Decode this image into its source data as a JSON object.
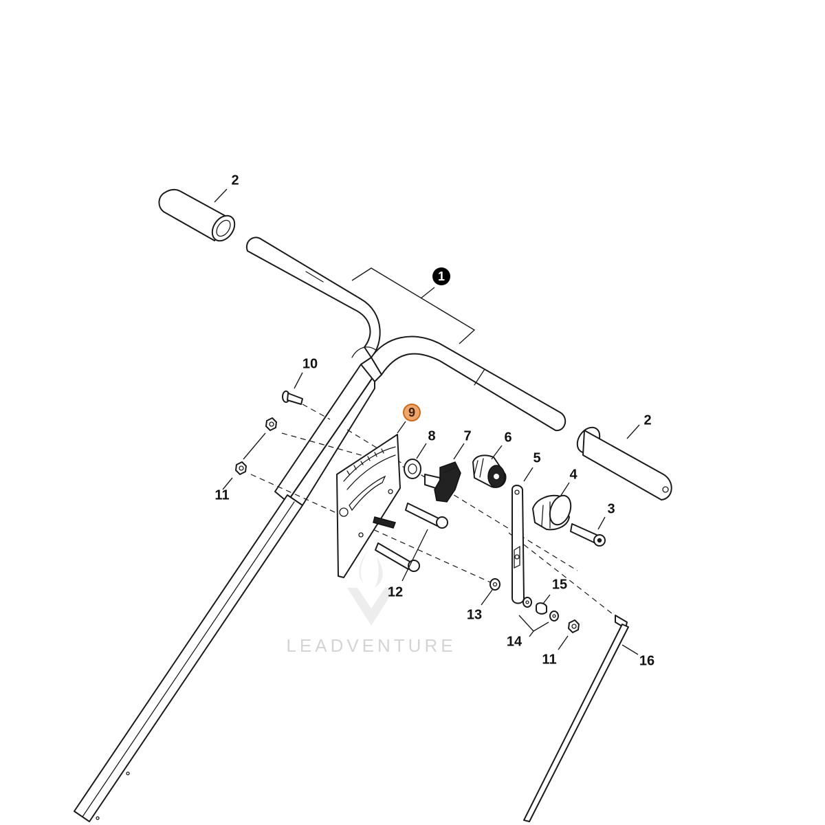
{
  "diagram": {
    "callouts": {
      "assembly": "1",
      "grip_left": "2",
      "grip_right": "2",
      "screw_3": "3",
      "knob_4": "4",
      "link_5": "5",
      "knob_6": "6",
      "star_knob_7": "7",
      "spacer_8": "8",
      "plate_9": "9",
      "bolt_10": "10",
      "nut_11_top": "11",
      "nut_11_bottom": "11",
      "bolts_12": "12",
      "washer_13": "13",
      "washers_14": "14",
      "bushing_15": "15",
      "rod_16": "16"
    },
    "highlighted_part": "9",
    "watermark": "LEADVENTURE",
    "highlight_color": "#f0a56b"
  }
}
